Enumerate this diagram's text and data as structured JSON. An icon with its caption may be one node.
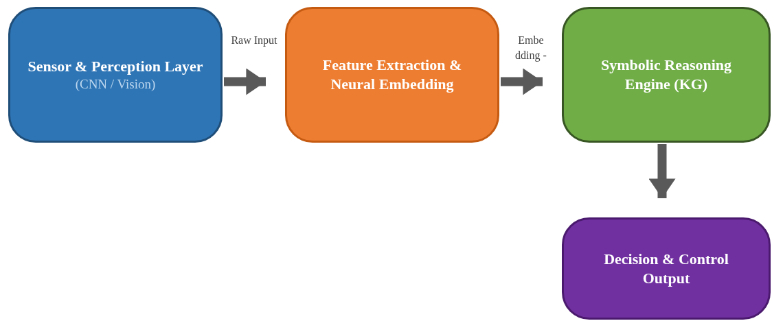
{
  "diagram": {
    "nodes": [
      {
        "text": [
          "Sensor & Perception Layer",
          "(CNN / Vision)"
        ]
      },
      {
        "text": [
          "Feature Extraction & Neural Embedding"
        ]
      },
      {
        "text": [
          "Symbolic Reasoning Engine (KG)"
        ]
      },
      {
        "text": [
          "Decision & Control Output"
        ]
      }
    ],
    "edges": [
      {
        "from": 0,
        "to": 1,
        "arrow": "to",
        "label": "Raw Input"
      },
      {
        "from": 1,
        "to": 2,
        "arrow": "to",
        "label": "Embe dding -"
      },
      {
        "from": 2,
        "to": 3,
        "arrow": "to"
      }
    ]
  }
}
